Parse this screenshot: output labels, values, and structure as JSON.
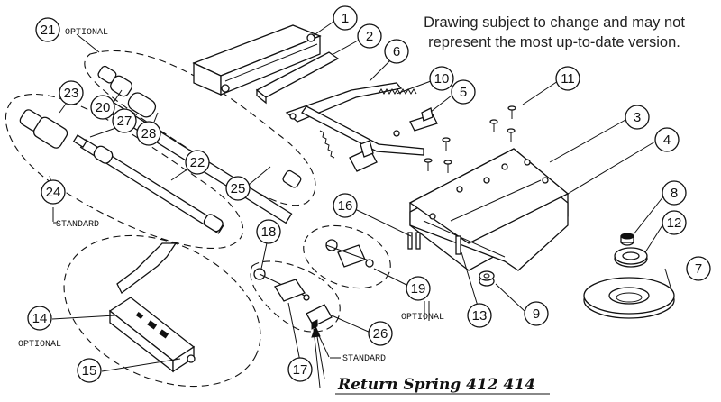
{
  "disclaimer": {
    "line1": "Drawing subject to change and may not",
    "line2": "represent the most up-to-date version."
  },
  "callouts": [
    "1",
    "2",
    "3",
    "4",
    "5",
    "6",
    "7",
    "8",
    "9",
    "10",
    "11",
    "12",
    "13",
    "14",
    "15",
    "16",
    "17",
    "18",
    "19",
    "20",
    "21",
    "22",
    "23",
    "24",
    "25",
    "26",
    "27",
    "28"
  ],
  "group_tags": {
    "optional_21": "OPTIONAL",
    "standard_24": "STANDARD",
    "optional_14": "OPTIONAL",
    "optional_19": "OPTIONAL",
    "standard_26": "STANDARD"
  },
  "note": "Return Spring 412 414"
}
